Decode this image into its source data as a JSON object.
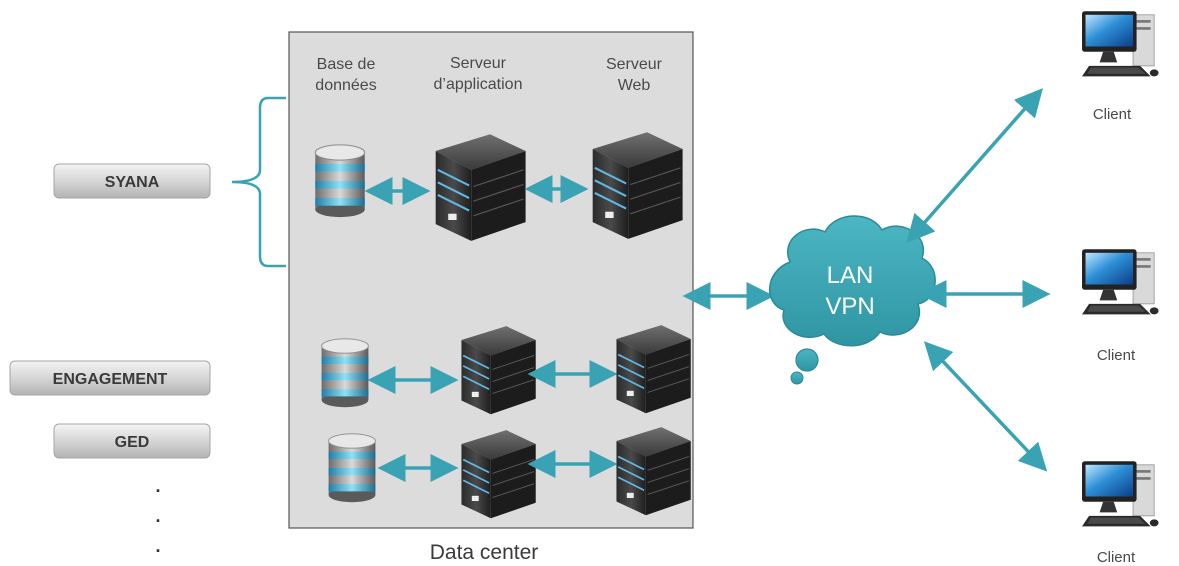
{
  "apps": {
    "syana": "SYANA",
    "engagement": "ENGAGEMENT",
    "ged": "GED",
    "ellipsis": "."
  },
  "columns": {
    "database_line1": "Base de",
    "database_line2": "données",
    "app_server_line1": "Serveur",
    "app_server_line2": "d’application",
    "web_server_line1": "Serveur",
    "web_server_line2": "Web"
  },
  "datacenter_label": "Data center",
  "network": {
    "line1": "LAN",
    "line2": "VPN"
  },
  "clients": [
    "Client",
    "Client",
    "Client"
  ],
  "colors": {
    "arrow": "#3aa3b3",
    "cloud": "#3fa7b4",
    "datacenter_bg": "#dcdcdc",
    "bracket": "#3aa3b3",
    "button_top": "#f2f2f2",
    "button_bottom": "#b9b9b9"
  }
}
